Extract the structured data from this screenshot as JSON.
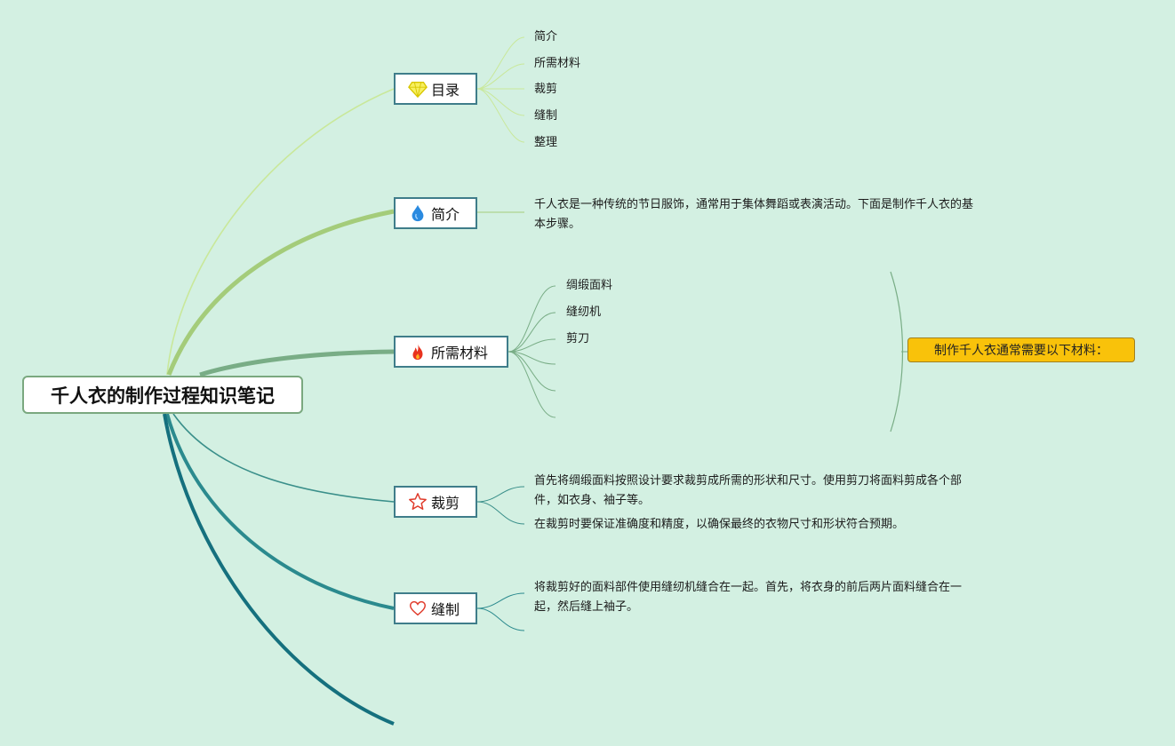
{
  "root": {
    "title": "千人衣的制作过程知识笔记"
  },
  "topics": [
    {
      "id": "toc",
      "label": "目录",
      "icon": "diamond-icon",
      "color": "#c9e89a",
      "children": [
        "简介",
        "所需材料",
        "裁剪",
        "缝制",
        "整理"
      ]
    },
    {
      "id": "intro",
      "label": "简介",
      "icon": "water-drop-icon",
      "color": "#a4cc7a",
      "children": [
        "千人衣是一种传统的节日服饰，通常用于集体舞蹈或表演活动。下面是制作千人衣的基本步骤。"
      ]
    },
    {
      "id": "materials",
      "label": "所需材料",
      "icon": "fire-icon",
      "color": "#79ad86",
      "children": [
        "绸缎面料",
        "缝纫机",
        "剪刀",
        "",
        "",
        ""
      ],
      "summary": "制作千人衣通常需要以下材料："
    },
    {
      "id": "cutting",
      "label": "裁剪",
      "icon": "star-icon",
      "color": "#3a8f8a",
      "children": [
        "首先将绸缎面料按照设计要求裁剪成所需的形状和尺寸。使用剪刀将面料剪成各个部件，如衣身、袖子等。",
        "在裁剪时要保证准确度和精度，以确保最终的衣物尺寸和形状符合预期。"
      ]
    },
    {
      "id": "sewing",
      "label": "缝制",
      "icon": "heart-icon",
      "color": "#2b8a8e",
      "children": [
        "将裁剪好的面料部件使用缝纫机缝合在一起。首先，将衣身的前后两片面料缝合在一起，然后缝上袖子。",
        ""
      ]
    },
    {
      "id": "finish",
      "label": "",
      "icon": "",
      "color": "#15707e",
      "children": []
    }
  ]
}
